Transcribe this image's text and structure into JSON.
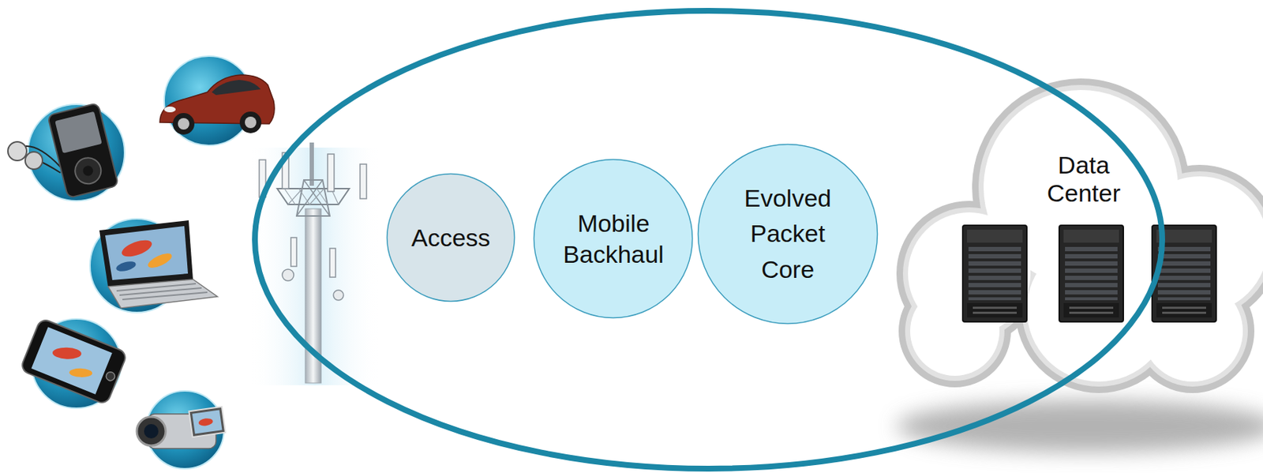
{
  "diagram": {
    "nodes": [
      {
        "text": [
          "Access"
        ]
      },
      {
        "text": [
          "Mobile Backhaul"
        ]
      },
      {
        "text": [
          "Evolved Packet Core"
        ]
      },
      {
        "text": [
          "Data Center"
        ]
      }
    ]
  }
}
